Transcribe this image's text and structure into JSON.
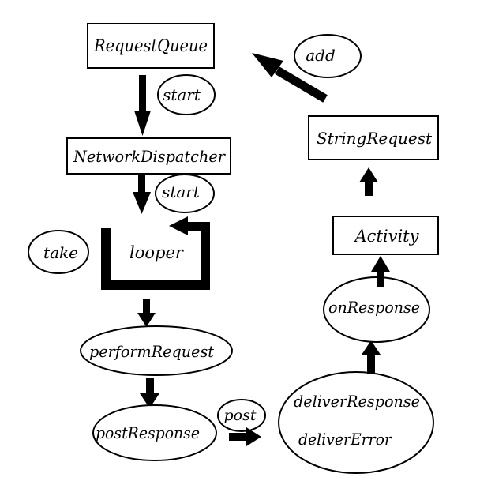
{
  "nodes": {
    "request_queue": "RequestQueue",
    "network_dispatcher": "NetworkDispatcher",
    "looper": "looper",
    "perform_request": "performRequest",
    "post_response": "postResponse",
    "deliver_response": "deliverResponse",
    "deliver_error": "deliverError",
    "on_response": "onResponse",
    "activity": "Activity",
    "string_request": "StringRequest"
  },
  "edge_labels": {
    "start_1": "start",
    "start_2": "start",
    "take": "take",
    "post": "post",
    "add": "add"
  },
  "colors": {
    "ink": "#000000",
    "background": "#ffffff"
  }
}
